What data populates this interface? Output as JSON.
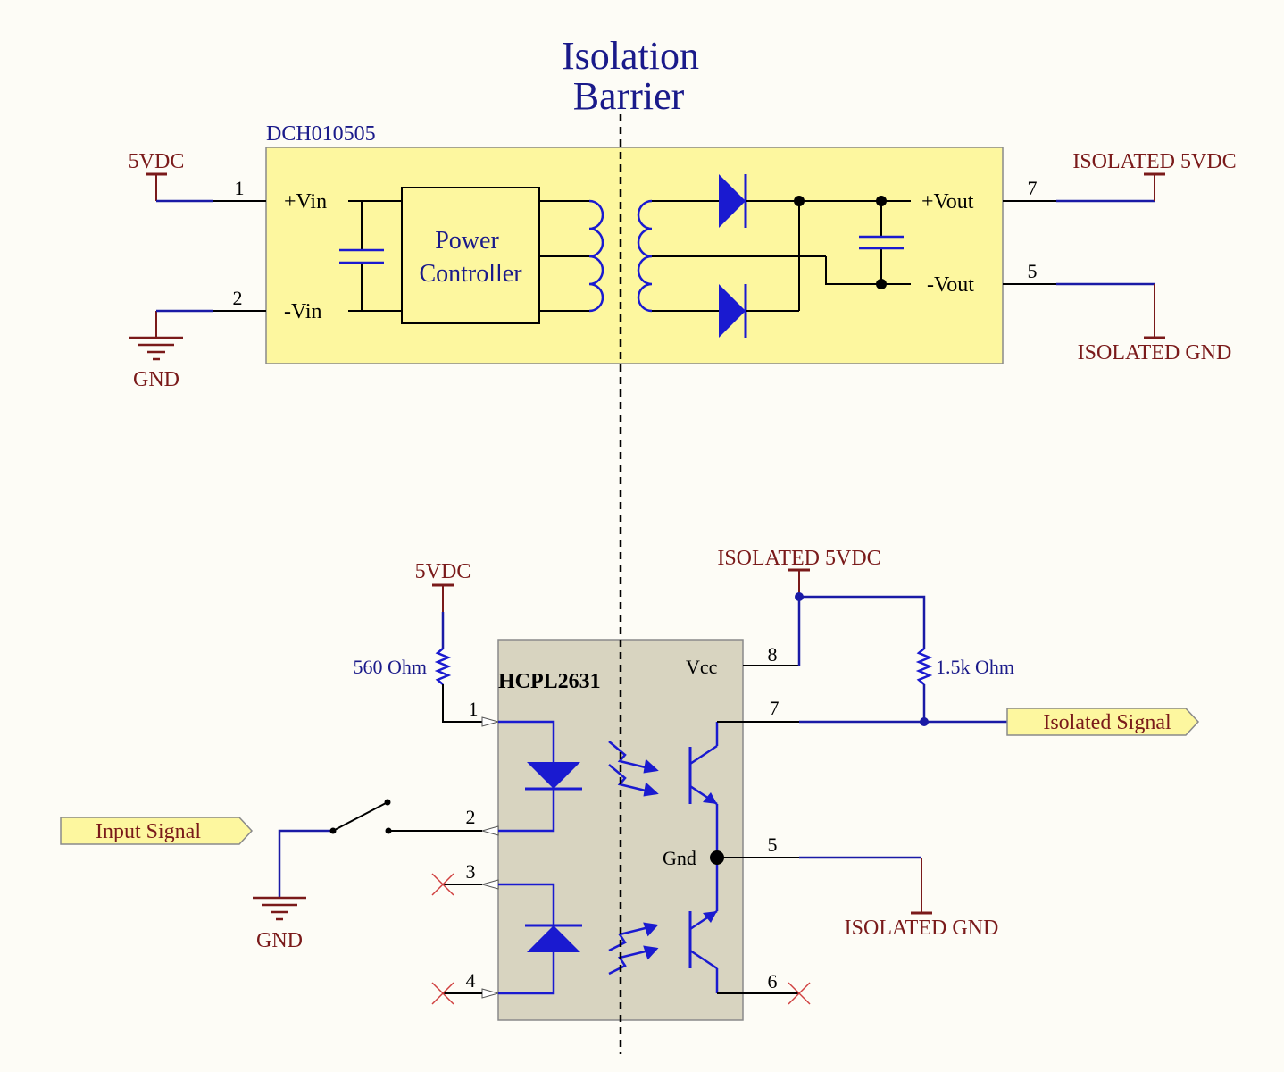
{
  "barrier": {
    "line1": "Isolation",
    "line2": "Barrier"
  },
  "dcdc": {
    "part": "DCH010505",
    "controller_line1": "Power",
    "controller_line2": "Controller",
    "vin_pos": "+Vin",
    "vin_neg": "-Vin",
    "vout_pos": "+Vout",
    "vout_neg": "-Vout",
    "pin1": "1",
    "pin2": "2",
    "pin7": "7",
    "pin5": "5"
  },
  "power": {
    "vdc": "5VDC",
    "gnd": "GND",
    "iso_vdc": "ISOLATED 5VDC",
    "iso_gnd": "ISOLATED GND"
  },
  "opto": {
    "part": "HCPL2631",
    "vcc": "Vcc",
    "gnd": "Gnd",
    "pin1": "1",
    "pin2": "2",
    "pin3": "3",
    "pin4": "4",
    "pin5": "5",
    "pin6": "6",
    "pin7": "7",
    "pin8": "8"
  },
  "resistors": {
    "r_in": "560 Ohm",
    "r_pull": "1.5k Ohm"
  },
  "signals": {
    "input": "Input Signal",
    "output": "Isolated Signal"
  },
  "colors": {
    "background": "#fdfcf6",
    "dcdc_fill": "#fdf79f",
    "opto_fill": "#d8d4c0",
    "wire_black": "#000000",
    "wire_blue": "#1a1aa6",
    "power_red": "#7a1a1a",
    "component_blue": "#1a1ad0",
    "no_connect": "#d04040"
  }
}
